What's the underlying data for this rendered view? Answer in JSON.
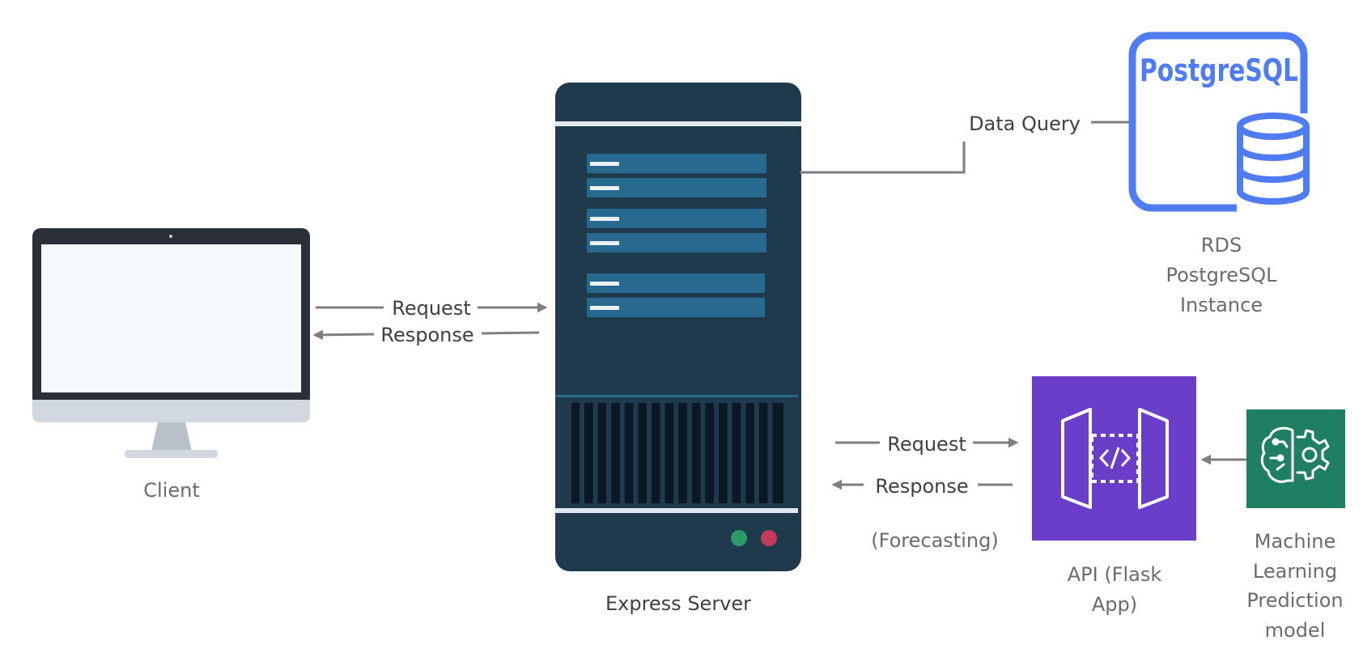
{
  "nodes": {
    "client": {
      "label": "Client"
    },
    "express": {
      "label": "Express Server"
    },
    "postgres": {
      "logo_text": "PostgreSQL",
      "label_lines": [
        "RDS",
        "PostgreSQL",
        "Instance"
      ]
    },
    "api": {
      "label_lines": [
        "API (Flask",
        "App)"
      ]
    },
    "ml": {
      "label_lines": [
        "Machine",
        "Learning",
        "Prediction",
        "model"
      ]
    }
  },
  "edges": {
    "client_request": "Request",
    "client_response": "Response",
    "data_query": "Data Query",
    "api_request": "Request",
    "api_response": "Response",
    "api_note": "(Forecasting)"
  },
  "colors": {
    "connector": "#7f7f7f",
    "server_body": "#1f3a4d",
    "server_panel": "#27698f",
    "postgres_blue": "#4f7cf3",
    "api_purple": "#6a3ec9",
    "ml_green": "#1e7f63",
    "monitor_frame": "#2b2f38",
    "monitor_screen": "#f6fafd",
    "monitor_stand": "#d2d8df",
    "led_green": "#2e9a6b",
    "led_red": "#c23b5a"
  }
}
